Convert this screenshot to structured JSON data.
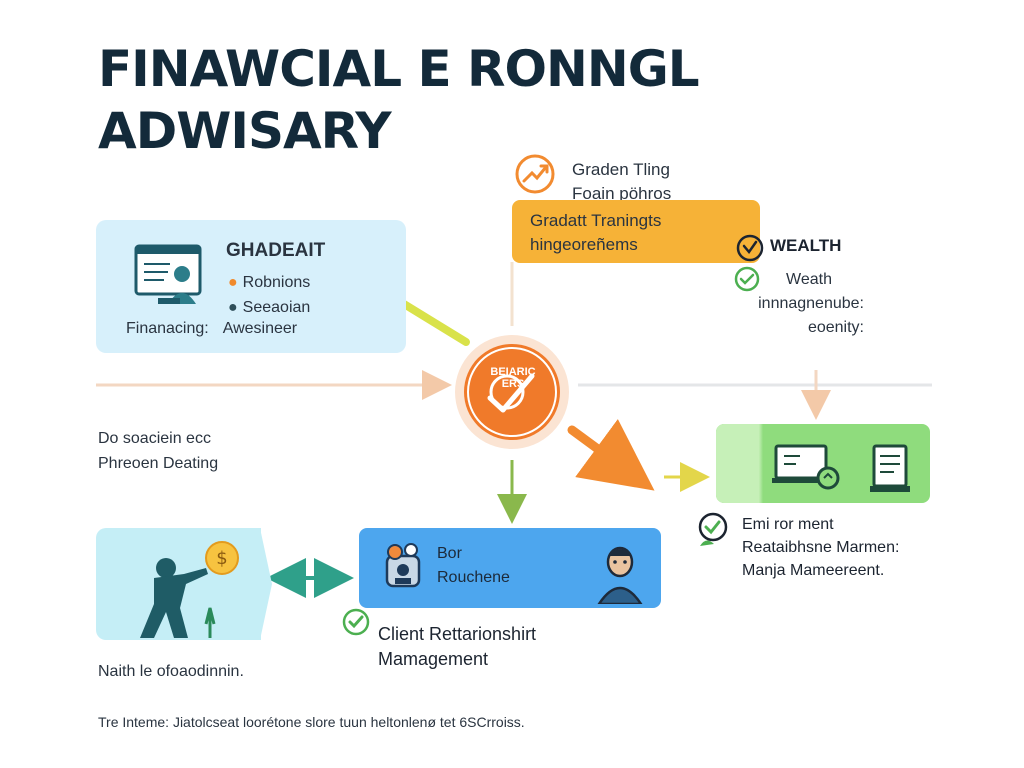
{
  "title": {
    "line1": "FINAWCIAL E RONNGL",
    "line2": "ADWISARY"
  },
  "left_panel": {
    "heading": "GHADEAIT",
    "bullets": [
      "Robnions",
      "Seeaoian"
    ],
    "caption_left": "Finanacing:",
    "caption_right": "Awesineer"
  },
  "training": {
    "heading_line1": "Graden Tling",
    "heading_line2": "Foain pöhros",
    "box_line1": "Gradatt Traningts",
    "box_line2": "hingeoreñems"
  },
  "wealth": {
    "heading": "WEALTH",
    "line1": "Weath",
    "line2": "innnagnenube:",
    "line3": "eoenity:"
  },
  "hub": {
    "label": "BEIARIC ERS"
  },
  "side_text": {
    "line1": "Do soaciein ecc",
    "line2": "Phreoen Deating"
  },
  "relationship": {
    "line1": "Emi ror ment",
    "line2": "Reataibhsne Marmen:",
    "line3": "Manja Mameereent."
  },
  "blue_panel": {
    "line1": "Bor",
    "line2": "Rouchene"
  },
  "crm": {
    "line1": "Client Rettarionshirt",
    "line2": "Mamagement"
  },
  "bottom_caption": "Naith le ofoaodinnin.",
  "footer": "Tre Inteme: Jiatolcseat loorétone slore tuun heltonlenø tet 6SCrroiss.",
  "colors": {
    "title": "#132a3a",
    "orange_accent": "#f28b30",
    "hub_orange": "#f07a2a",
    "blue_panel": "#4da6ee",
    "green_panel": "#8fdc7d",
    "light_blue_panel": "#d7f0fb",
    "teal_panel": "#c5eef6",
    "check_green": "#4caf50"
  },
  "icons": [
    "monitor-person-icon",
    "growth-chart-icon",
    "wealth-gauge-icon",
    "checkmark-icon",
    "laptop-chart-icon",
    "document-stack-icon",
    "person-coin-icon",
    "people-icon",
    "advisor-avatar-icon"
  ]
}
